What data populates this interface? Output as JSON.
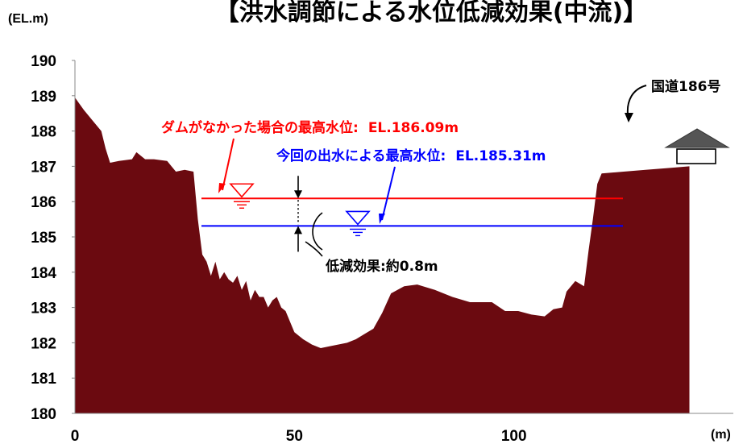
{
  "chart_data": {
    "type": "area",
    "title": "【洪水調節による水位低減効果(中流)】",
    "ylabel": "(EL.m)",
    "xlabel": "(m)",
    "xlim": [
      0,
      150
    ],
    "ylim": [
      180,
      190
    ],
    "x_ticks": [
      "0",
      "50",
      "100"
    ],
    "y_ticks": [
      "180",
      "181",
      "182",
      "183",
      "184",
      "185",
      "186",
      "187",
      "188",
      "189",
      "190"
    ],
    "terrain_color": "#6b0a10",
    "series": [
      {
        "values": [
          [
            0,
            188.95
          ],
          [
            2,
            188.6
          ],
          [
            4,
            188.3
          ],
          [
            6,
            188.0
          ],
          [
            7,
            187.5
          ],
          [
            8,
            187.1
          ],
          [
            10,
            187.15
          ],
          [
            13,
            187.2
          ],
          [
            14,
            187.4
          ],
          [
            16,
            187.2
          ],
          [
            18,
            187.2
          ],
          [
            21,
            187.15
          ],
          [
            22,
            187.0
          ],
          [
            23,
            186.85
          ],
          [
            25,
            186.9
          ],
          [
            27,
            186.85
          ],
          [
            28,
            185.5
          ],
          [
            29,
            184.5
          ],
          [
            30,
            184.3
          ],
          [
            31,
            183.9
          ],
          [
            32,
            184.3
          ],
          [
            33,
            183.8
          ],
          [
            34,
            184.0
          ],
          [
            35,
            183.8
          ],
          [
            36,
            183.7
          ],
          [
            37,
            183.9
          ],
          [
            38,
            183.5
          ],
          [
            39,
            183.75
          ],
          [
            40,
            183.2
          ],
          [
            41,
            183.5
          ],
          [
            42,
            183.3
          ],
          [
            43,
            183.3
          ],
          [
            44,
            183.0
          ],
          [
            45,
            183.2
          ],
          [
            46,
            183.3
          ],
          [
            47,
            183.0
          ],
          [
            48,
            182.9
          ],
          [
            50,
            182.3
          ],
          [
            52,
            182.1
          ],
          [
            54,
            181.95
          ],
          [
            56,
            181.85
          ],
          [
            58,
            181.9
          ],
          [
            62,
            182.0
          ],
          [
            64,
            182.1
          ],
          [
            66,
            182.25
          ],
          [
            68,
            182.4
          ],
          [
            70,
            182.85
          ],
          [
            72,
            183.4
          ],
          [
            75,
            183.6
          ],
          [
            78,
            183.65
          ],
          [
            82,
            183.5
          ],
          [
            86,
            183.3
          ],
          [
            90,
            183.15
          ],
          [
            95,
            183.15
          ],
          [
            98,
            182.9
          ],
          [
            101,
            182.9
          ],
          [
            104,
            182.8
          ],
          [
            107,
            182.75
          ],
          [
            109,
            182.95
          ],
          [
            111,
            183.0
          ],
          [
            112,
            183.45
          ],
          [
            114,
            183.75
          ],
          [
            116,
            183.6
          ],
          [
            117,
            184.6
          ],
          [
            118,
            185.5
          ],
          [
            119,
            186.5
          ],
          [
            120,
            186.8
          ],
          [
            125,
            186.85
          ],
          [
            130,
            186.9
          ],
          [
            135,
            186.95
          ],
          [
            140,
            187.0
          ]
        ]
      }
    ],
    "water_levels": [
      {
        "label": "ダムがなかった場合の最高水位:",
        "value_text": "EL.186.09m",
        "elevation": 186.09,
        "color": "#ff0000"
      },
      {
        "label": "今回の出水による最高水位:",
        "value_text": "EL.185.31m",
        "elevation": 185.31,
        "color": "#0000ff"
      }
    ],
    "annotations": {
      "reduction": "低減効果:約0.8m",
      "road": "国道186号"
    }
  }
}
